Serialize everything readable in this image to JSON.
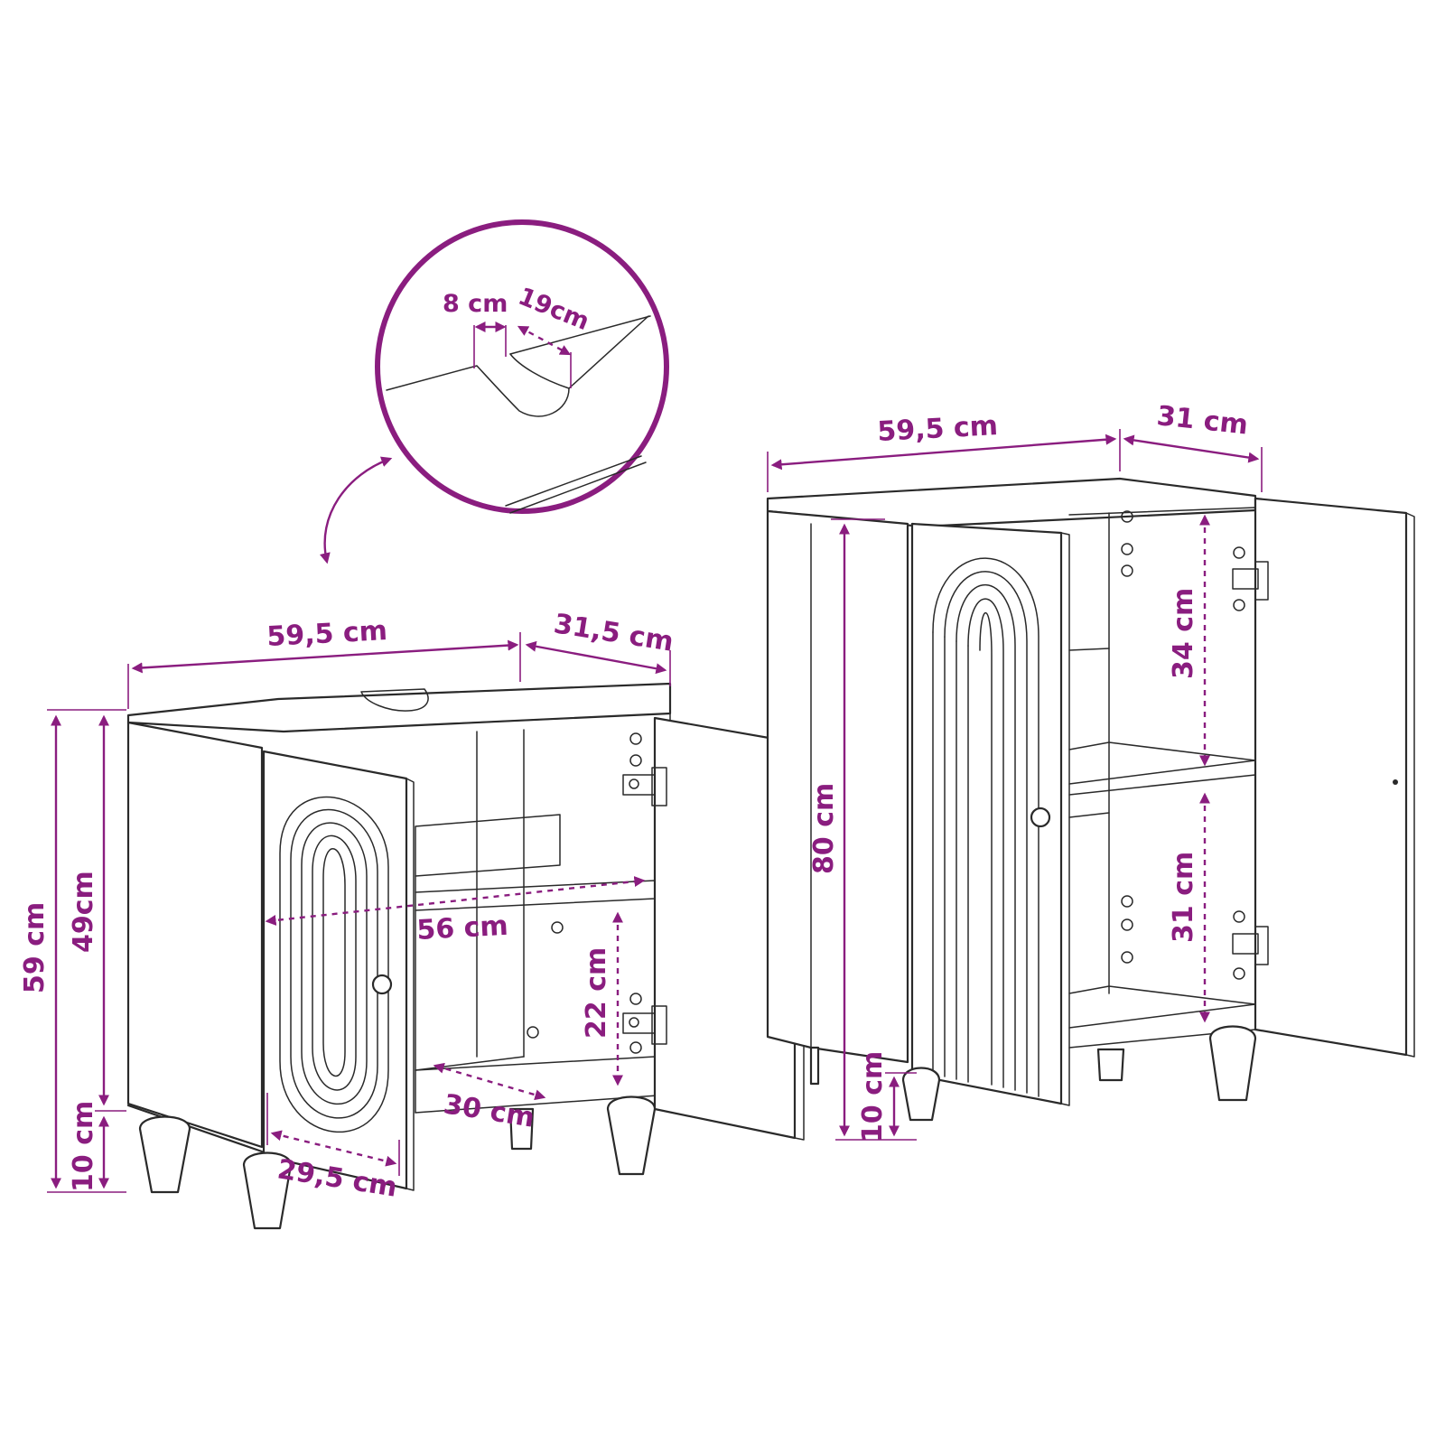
{
  "colors": {
    "accent": "#8a1d7f",
    "line": "#2a2a2a"
  },
  "detail": {
    "cutout_width": "8 cm",
    "cutout_depth": "19cm"
  },
  "vanity": {
    "width": "59,5 cm",
    "depth": "31,5 cm",
    "total_height": "59 cm",
    "body_height": "49cm",
    "leg_height": "10 cm",
    "inner_width": "56 cm",
    "shelf_clearance": "22 cm",
    "inner_depth": "30 cm",
    "door_width": "29,5 cm"
  },
  "tall_cabinet": {
    "width": "59,5 cm",
    "depth": "31 cm",
    "total_height": "80 cm",
    "upper_compartment": "34 cm",
    "lower_compartment": "31 cm",
    "leg_height": "10 cm"
  }
}
